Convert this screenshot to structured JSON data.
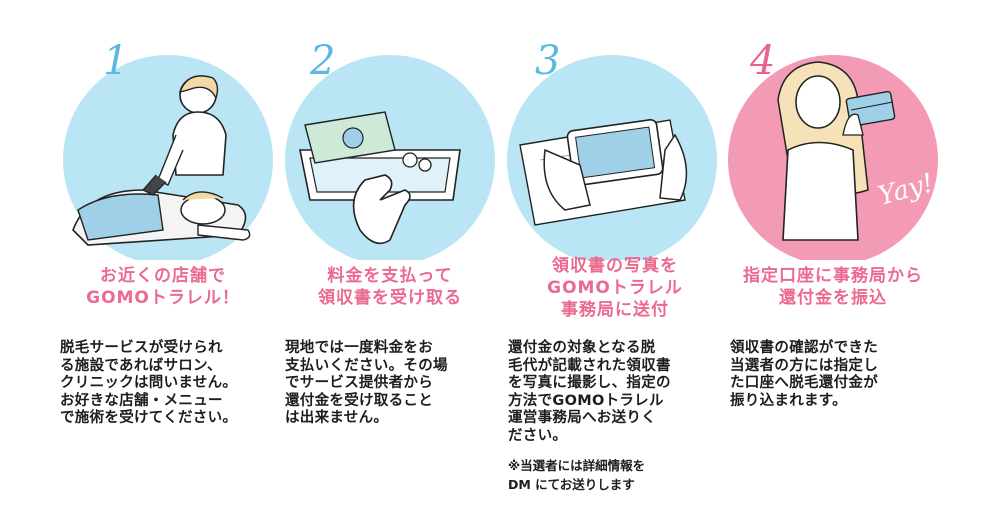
{
  "colors": {
    "accent_pink": "#eb6a8f",
    "circle_blue": "#b9e5f5",
    "circle_pink": "#f39ab5",
    "number_blue": "#5bb8e0",
    "number_pink": "#e9638c",
    "text": "#1d1d1d"
  },
  "steps": [
    {
      "number": "1",
      "illustration": "salon-treatment-illustration",
      "title_lines": [
        "お近くの店舗で",
        "GOMOトラレル！"
      ],
      "desc_lines": [
        "脱毛サービスが受けられ",
        "る施設であればサロン、",
        "クリニックは問いません。",
        "お好きな店舗・メニュー",
        "で施術を受けてください。"
      ]
    },
    {
      "number": "2",
      "illustration": "payment-tray-illustration",
      "title_lines": [
        "料金を支払って",
        "領収書を受け取る"
      ],
      "desc_lines": [
        "現地では一度料金をお",
        "支払いください。その場",
        "でサービス提供者から",
        "還付金を受け取ること",
        "は出来ません。"
      ]
    },
    {
      "number": "3",
      "illustration": "smartphone-photo-illustration",
      "title_lines": [
        "領収書の写真を",
        "GOMOトラレル",
        "事務局に送付"
      ],
      "desc_lines": [
        "還付金の対象となる脱",
        "毛代が記載された領収書",
        "を写真に撮影し、指定の",
        "方法でGOMOトラレル",
        "運営事務局へお送りく",
        "ださい。"
      ],
      "note_lines": [
        "※当選者には詳細情報を",
        "DM にてお送りします"
      ]
    },
    {
      "number": "4",
      "illustration": "happy-woman-card-illustration",
      "exclaim": "Yay!",
      "title_lines": [
        "指定口座に事務局から",
        "還付金を振込"
      ],
      "desc_lines": [
        "領収書の確認ができた",
        "当選者の方には指定し",
        "た口座へ脱毛還付金が",
        "振り込まれます。"
      ]
    }
  ]
}
